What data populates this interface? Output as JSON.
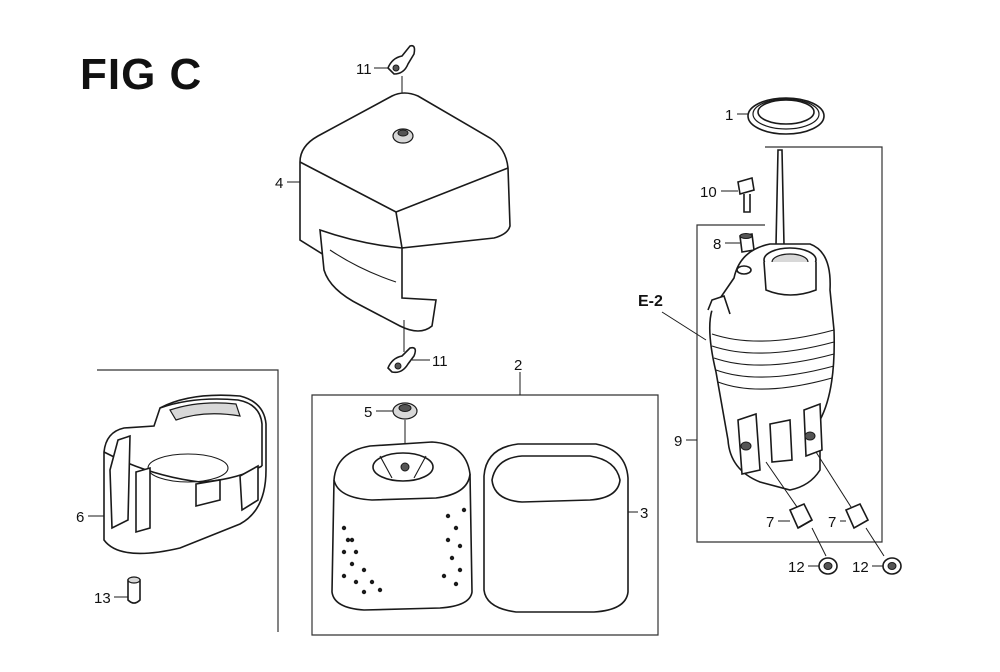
{
  "figure": {
    "title": "FIG C"
  },
  "callouts": {
    "p1": "1",
    "p2": "2",
    "p3": "3",
    "p4": "4",
    "p5": "5",
    "p6": "6",
    "p7a": "7",
    "p7b": "7",
    "p8": "8",
    "p9": "9",
    "p10": "10",
    "p11a": "11",
    "p11b": "11",
    "p12a": "12",
    "p12b": "12",
    "p13": "13",
    "ref": "E-2"
  }
}
